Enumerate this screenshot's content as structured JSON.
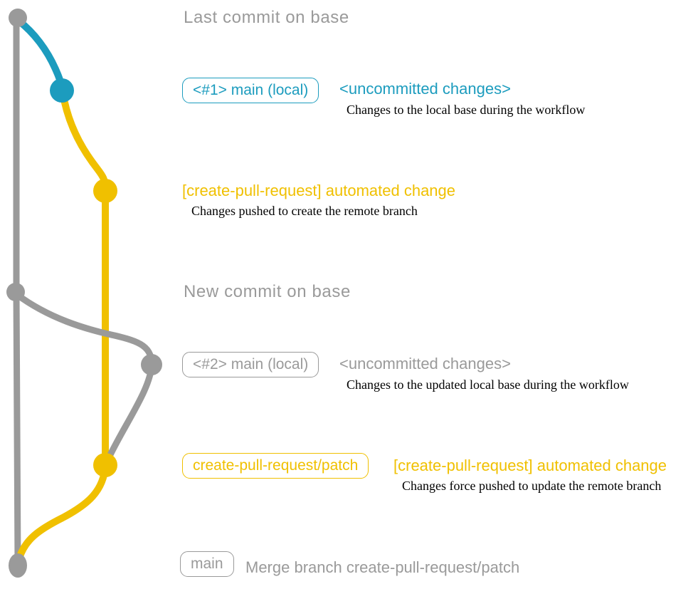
{
  "colors": {
    "teal": "#1C9CBE",
    "yellow": "#F0C000",
    "gray": "#9A9A9A",
    "ink": "#000000",
    "background": "#FFFFFF"
  },
  "sections": {
    "last_commit_label": "Last commit on base",
    "new_commit_label": "New commit on base"
  },
  "rows": {
    "local1": {
      "badge": "<#1> main (local)",
      "status": "<uncommitted changes>",
      "note": "Changes to the local base during the workflow"
    },
    "push1": {
      "heading": "[create-pull-request] automated change",
      "note": "Changes pushed to create the remote branch"
    },
    "local2": {
      "badge": "<#2> main (local)",
      "status": "<uncommitted changes>",
      "note": "Changes to the updated local base during the workflow"
    },
    "push2": {
      "badge": "create-pull-request/patch",
      "heading": "[create-pull-request] automated change",
      "note": "Changes force pushed to update the remote branch"
    },
    "merge": {
      "badge": "main",
      "label": "Merge branch create-pull-request/patch"
    }
  }
}
